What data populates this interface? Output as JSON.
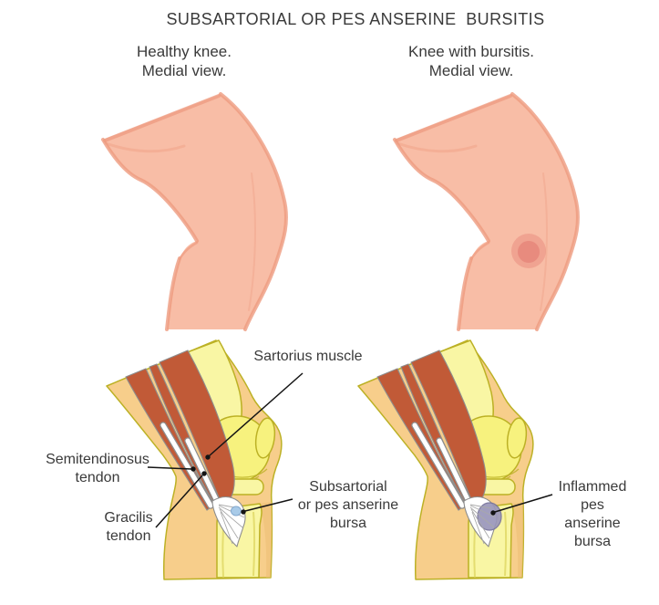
{
  "title": "SUBSARTORIAL OR PES ANSERINE  BURSITIS",
  "captions": {
    "healthy": "Healthy knee.\nMedial view.",
    "bursitis": "Knee with bursitis.\nMedial view."
  },
  "labels": {
    "sartorius_muscle": "Sartorius muscle",
    "semitendinosus_tendon": "Semitendinosus\ntendon",
    "gracilis_tendon": "Gracilis\ntendon",
    "subsartorial_bursa": "Subsartorial\nor pes anserine\nbursa",
    "inflamed_bursa": "Inflammed\npes anserine\nbursa"
  },
  "colors": {
    "skin": "#F8BDA6",
    "skin_edge": "#EE9B80",
    "swelling": "#E2796F",
    "skin_tan": "#F7CE8B",
    "outline_olive": "#BCB125",
    "bone": "#F9F6A4",
    "bone2": "#F7F27E",
    "muscle": "#C15A37",
    "bursa_normal": "#A9CBE8",
    "bursa_inflamed": "#9A96BA",
    "text": "#3A3A3A",
    "line": "#141414"
  }
}
